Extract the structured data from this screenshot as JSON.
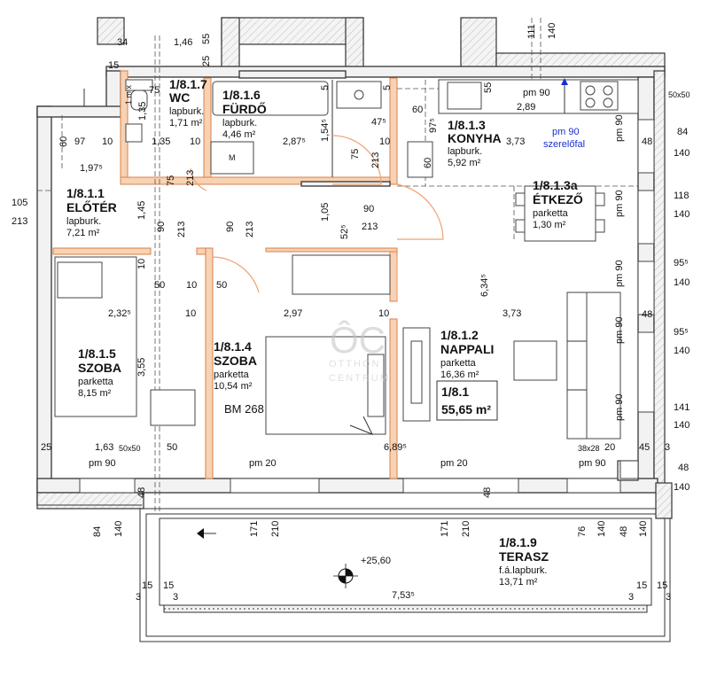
{
  "rooms": {
    "wc": {
      "id": "1/8.1.7",
      "name": "WC",
      "floor": "lapburk.",
      "area": "1,71 m²"
    },
    "furdo": {
      "id": "1/8.1.6",
      "name": "FÜRDŐ",
      "floor": "lapburk.",
      "area": "4,46 m²"
    },
    "konyha": {
      "id": "1/8.1.3",
      "name": "KONYHA",
      "floor": "lapburk.",
      "area": "5,92 m²"
    },
    "etkezo": {
      "id": "1/8.1.3a",
      "name": "ÉTKEZŐ",
      "floor": "parketta",
      "area": "1,30 m²"
    },
    "eloter": {
      "id": "1/8.1.1",
      "name": "ELŐTÉR",
      "floor": "lapburk.",
      "area": "7,21 m²"
    },
    "szoba5": {
      "id": "1/8.1.5",
      "name": "SZOBA",
      "floor": "parketta",
      "area": "8,15 m²"
    },
    "szoba4": {
      "id": "1/8.1.4",
      "name": "SZOBA",
      "floor": "parketta",
      "area": "10,54 m²"
    },
    "nappali": {
      "id": "1/8.1.2",
      "name": "NAPPALI",
      "floor": "parketta",
      "area": "16,36 m²"
    },
    "terasz": {
      "id": "1/8.1.9",
      "name": "TERASZ",
      "floor": "f.á.lapburk.",
      "area": "13,71 m²"
    }
  },
  "total": {
    "id": "1/8.1",
    "area": "55,65 m²"
  },
  "bm_label": "BM 268",
  "level_label": "+25,60",
  "note": {
    "line1": "pm 90",
    "line2": "szerelőfal"
  },
  "watermark": {
    "logo": "ÔC",
    "line1": "OTTHON",
    "line2": "CENTRUM"
  },
  "dimensions": {
    "d34": "34",
    "d146": "1,46",
    "d55": "55",
    "d25a": "25",
    "d111": "111",
    "d140a": "140",
    "d15a": "15",
    "d135a": "1,35",
    "d75a": "75",
    "d5a": "5",
    "d5b": "5",
    "d55b": "55",
    "pm90a": "pm 90",
    "d289": "2,89",
    "d50x50a": "50x50",
    "d60a": "60",
    "d97a": "97",
    "d10a": "10",
    "d135b": "1,35",
    "d10b": "10",
    "d287": "2,87⁵",
    "d154": "1,54⁵",
    "d47": "47⁵",
    "d60b": "60",
    "d97b": "97⁵",
    "d10c": "10",
    "d373a": "3,73",
    "pm90b": "pm 90",
    "d48a": "48",
    "d84": "84",
    "d140b": "140",
    "d197": "1,97⁵",
    "d75b": "75",
    "d213a": "213",
    "d75c": "75",
    "d213b": "213",
    "d60c": "60",
    "d105": "105",
    "d213c": "213",
    "d145": "1,45",
    "d90a": "90",
    "d213d": "213",
    "d90b": "90",
    "d213e": "213",
    "d105b": "1,05",
    "d52": "52⁵",
    "d90c": "90",
    "d213f": "213",
    "pm90c": "pm 90",
    "d118": "118",
    "d140c": "140",
    "d10d": "10",
    "pm90d": "pm 90",
    "d95a": "95⁵",
    "d140d": "140",
    "d50a": "50",
    "d10e": "10",
    "d50b": "50",
    "d634": "6,34⁵",
    "pm90e": "pm 90",
    "d232": "2,32⁵",
    "d10f": "10",
    "d297": "2,97",
    "d10g": "10",
    "d373b": "3,73",
    "d48b": "48",
    "pm90f": "pm 90",
    "d95b": "95⁵",
    "d140e": "140",
    "d355": "3,55",
    "pm90g": "pm 90",
    "d141": "141",
    "d140f": "140",
    "d25b": "25",
    "d163": "1,63",
    "d50x50b": "50x50",
    "d50c": "50",
    "d689": "6,89⁵",
    "d38x28": "38x28",
    "d20": "20",
    "d45": "45",
    "d3a": "3",
    "pm90h": "pm 90",
    "pm20a": "pm 20",
    "pm20b": "pm 20",
    "pm90i": "pm 90",
    "d48c": "48",
    "d140g": "140",
    "d48d": "48",
    "d48e": "48",
    "d84b": "84",
    "d140h": "140",
    "d171a": "171",
    "d210a": "210",
    "d171b": "171",
    "d210b": "210",
    "d76": "76",
    "d140i": "140",
    "d48f": "48",
    "d140j": "140",
    "d15b": "15",
    "d15c": "15",
    "d3b": "3",
    "d3c": "3",
    "d15d": "15",
    "d15e": "15",
    "d3d": "3",
    "d3e": "3",
    "d753": "7,53⁵",
    "d1mx": "1 m x"
  }
}
